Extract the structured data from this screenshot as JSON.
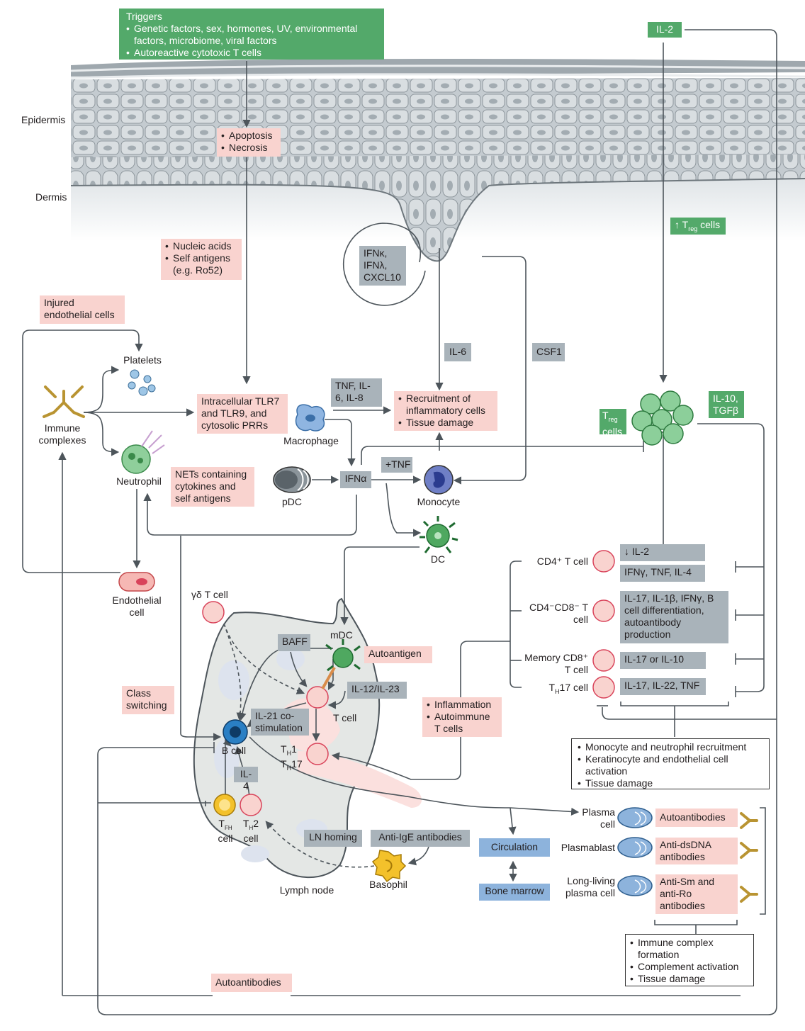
{
  "triggers": {
    "title": "Triggers",
    "items": [
      "Genetic factors, sex, hormones, UV, environmental factors, microbiome, viral factors",
      "Autoreactive cytotoxic T cells"
    ]
  },
  "il2_top": "IL-2",
  "layers": {
    "epidermis": "Epidermis",
    "dermis": "Dermis"
  },
  "apoptosis_items": [
    "Apoptosis",
    "Necrosis"
  ],
  "nucleic_items": [
    "Nucleic acids",
    "Self antigens (e.g. Ro52)"
  ],
  "treg_increase": {
    "arrow": "↑",
    "t": "T",
    "sub": "reg",
    "rest": " cells"
  },
  "ifn_circle": [
    "IFNκ,",
    "IFNλ,",
    "CXCL10"
  ],
  "injured_endothelial": "Injured endothelial cells",
  "platelets": "Platelets",
  "immune_complexes": "Immune complexes",
  "neutrophil": "Neutrophil",
  "tlr_box": "Intracellular TLR7 and TLR9, and cytosolic PRRs",
  "macrophage": "Macrophage",
  "tnf_il6_il8": "TNF, IL-6, IL-8",
  "il6": "IL-6",
  "csf1": "CSF1",
  "recruitment_items": [
    "Recruitment of inflammatory cells",
    "Tissue damage"
  ],
  "treg_cells": {
    "t": "T",
    "sub": "reg",
    "rest": "cells"
  },
  "il10_tgfb": "IL-10, TGFβ",
  "nets_box": "NETs containing cytokines and self antigens",
  "pdc": "pDC",
  "ifna": "IFNα",
  "plus_tnf": "+TNF",
  "monocyte": "Monocyte",
  "dc": "DC",
  "endothelial_cell": "Endothelial cell",
  "cd4_t_cell": "CD4⁺ T cell",
  "il2_down": "↓ IL-2",
  "ifng_tnf_il4": "IFNγ, TNF, IL-4",
  "cd4cd8_t_cell": "CD4⁻CD8⁻ T cell",
  "il17_box": "IL-17, IL-1β, IFNγ, B cell differentiation, autoantibody production",
  "memory_cd8": "Memory CD8⁺ T cell",
  "il17_or_il10": "IL-17 or IL-10",
  "th17_cell": {
    "t": "T",
    "sub": "H",
    "rest": "17 cell"
  },
  "il17_il22_tnf": "IL-17, IL-22, TNF",
  "gd_t_cell": "γδ T cell",
  "mdc": "mDC",
  "baff": "BAFF",
  "autoantigen": "Autoantigen",
  "il12_il23": "IL-12/IL-23",
  "t_cell": "T cell",
  "class_switching": "Class switching",
  "il21_box": "IL-21 co-stimulation",
  "b_cell": "B cell",
  "th1_th17": [
    "T",
    "H",
    "1",
    "T",
    "H",
    "17"
  ],
  "il4": "IL-4",
  "tfh_cell": {
    "t": "T",
    "sub": "FH",
    "rest": "cell"
  },
  "th2_cell": {
    "t": "T",
    "sub": "H",
    "n": "2",
    "rest": "cell"
  },
  "inflammation_items": [
    "Inflammation",
    "Autoimmune T cells"
  ],
  "effects_top_items": [
    "Monocyte and neutrophil recruitment",
    "Keratinocyte and endothelial cell activation",
    "Tissue damage"
  ],
  "ln_homing": "LN homing",
  "anti_ige": "Anti-IgE antibodies",
  "basophil": "Basophil",
  "lymph_node": "Lymph node",
  "circulation": "Circulation",
  "bone_marrow": "Bone marrow",
  "plasma_cell": "Plasma cell",
  "plasmablast": "Plasmablast",
  "long_living": "Long-living plasma cell",
  "autoantibodies_box": "Autoantibodies",
  "anti_dsdna": "Anti-dsDNA antibodies",
  "anti_sm_ro": "Anti-Sm and anti-Ro antibodies",
  "effects_bottom_items": [
    "Immune complex formation",
    "Complement activation",
    "Tissue damage"
  ],
  "autoantibodies_bottom": "Autoantibodies",
  "colors": {
    "pink": "#f9d3cf",
    "grey": "#a9b3ba",
    "green": "#53a96a",
    "blue": "#8db3dc",
    "line": "#4d555b",
    "skin": "#b7c0c6",
    "tcell": "#f9d3cf",
    "tcell_edge": "#d9435a",
    "bcell": "#2a7fc4",
    "tfh": "#f3c12b"
  }
}
